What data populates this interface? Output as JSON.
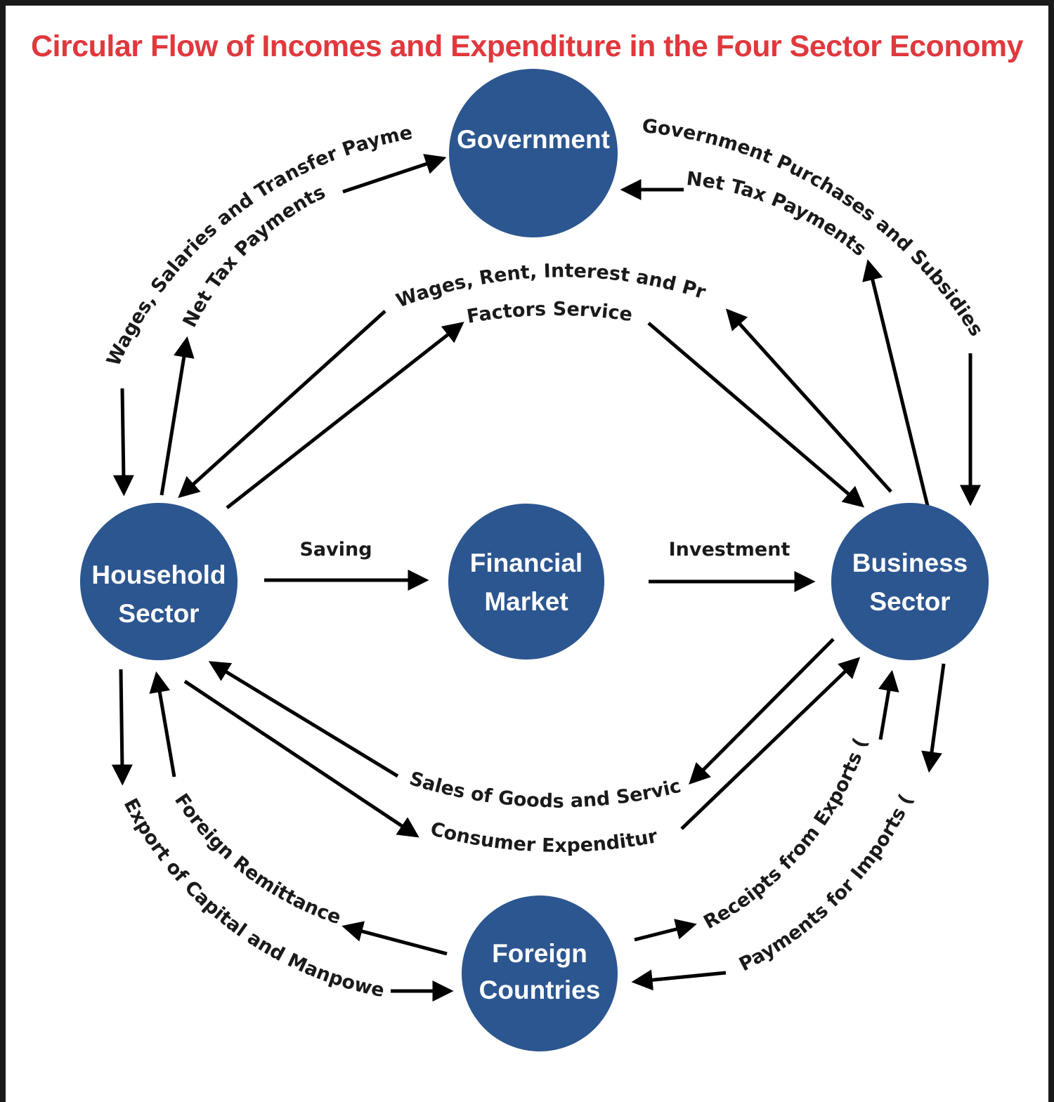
{
  "title": "Circular Flow of Incomes and Expenditure in the Four Sector Economy",
  "nodes": {
    "government": [
      "Government"
    ],
    "household": [
      "Household",
      "Sector"
    ],
    "financial": [
      "Financial",
      "Market"
    ],
    "business": [
      "Business",
      "Sector"
    ],
    "foreign": [
      "Foreign",
      "Countries"
    ]
  },
  "flows": {
    "wages_transfer": "Wages, Salaries and Transfer Payments",
    "net_tax_household": "Net Tax Payments",
    "gov_purchases": "Government Purchases and Subsidies",
    "net_tax_business": "Net Tax Payments",
    "wages_rent": "Wages, Rent, Interest and Profit",
    "factor_services": "Factors Services",
    "saving": "Saving",
    "investment": "Investment",
    "sales": "Sales of Goods and Services",
    "consumer_exp": "Consumer Expenditure",
    "foreign_remittance": "Foreign Remittance",
    "export_capital": "Export of Capital and Manpower",
    "receipts_exports": "Receipts from Exports (X)",
    "payments_imports": "Payments for Imports (M)"
  },
  "colors": {
    "node_fill": "#2c5690",
    "title": "#e0383d"
  }
}
